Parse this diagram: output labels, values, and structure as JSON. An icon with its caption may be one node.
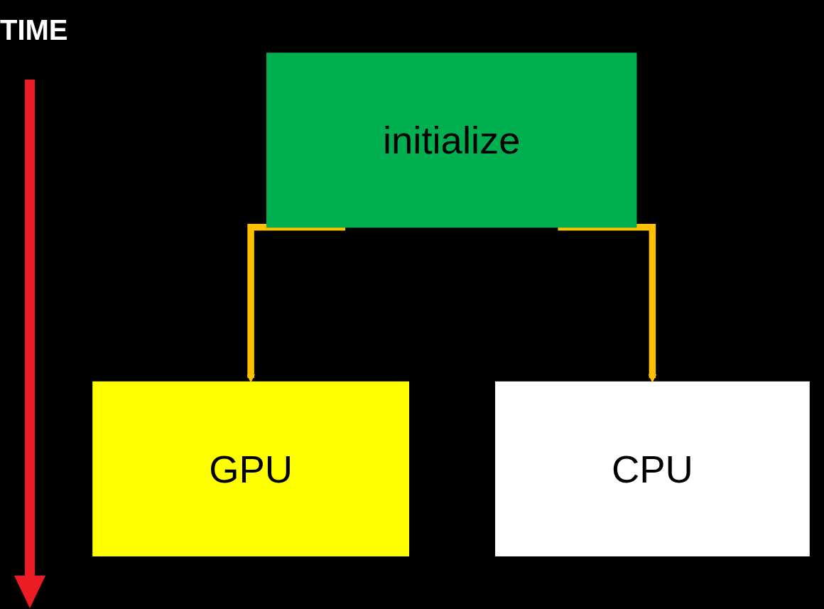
{
  "diagram": {
    "nodes": [
      {
        "text": [
          "initialize"
        ]
      },
      {
        "text": [
          "GPU"
        ]
      },
      {
        "text": [
          "CPU"
        ]
      }
    ],
    "edges": [
      {
        "from": 0,
        "to": 1,
        "arrow": "to",
        "color": "#ffc000"
      },
      {
        "from": 0,
        "to": 2,
        "arrow": "to",
        "color": "#ffc000"
      }
    ],
    "labels": [
      "TIME"
    ]
  }
}
